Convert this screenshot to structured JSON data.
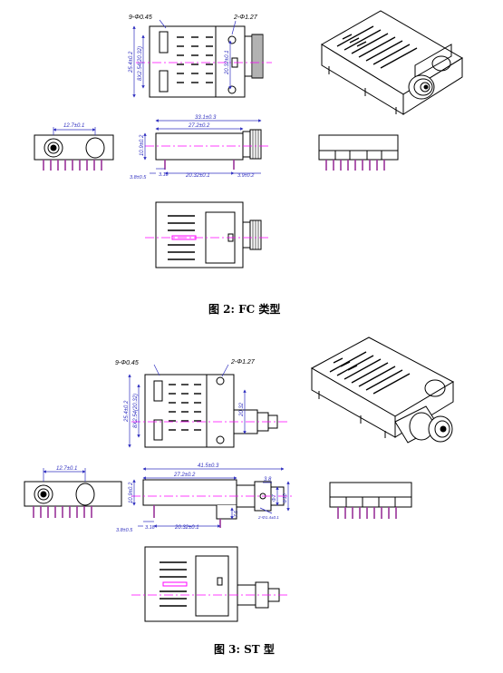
{
  "fig2": {
    "caption": "图 2: FC 类型",
    "top": {
      "holes": "9-Φ0.45",
      "mount": "2-Φ1.27",
      "dim_h1": "25.4±0.2",
      "dim_h2": "8X2.54(20.32)",
      "dim_side": "20.32±0.1"
    },
    "front": {
      "pitch": "12.7±0.1"
    },
    "side": {
      "overall": "33.1±0.3",
      "body": "27.2±0.2",
      "height": "10.9±0.2",
      "pin_off": "3.8±0.5",
      "pin_gap": "3.18",
      "pin_span": "20.32±0.1",
      "tail": "3.9±0.2"
    }
  },
  "fig3": {
    "caption": "图 3: ST 型",
    "top": {
      "holes": "9-Φ0.45",
      "mount": "2-Φ1.27",
      "dim_h1": "25.4±0.2",
      "dim_h2": "8X2.54(20.32)",
      "dim_side": "20.32"
    },
    "front": {
      "pitch": "12.7±0.1"
    },
    "side": {
      "overall": "41.5±0.3",
      "body": "27.2±0.2",
      "height": "10.9±0.2",
      "pin_off": "3.8±0.5",
      "pin_gap": "3.18",
      "pin_span": "20.32±0.1",
      "ferrule": "3.8",
      "d1": "Φ7",
      "d2": "Φ10",
      "sm": "2-Φ1.4±0.1",
      "stub": "7.5"
    }
  },
  "colors": {
    "line": "#000000",
    "dim": "#3030c0",
    "center": "#ff00ff",
    "pin": "#993399"
  }
}
